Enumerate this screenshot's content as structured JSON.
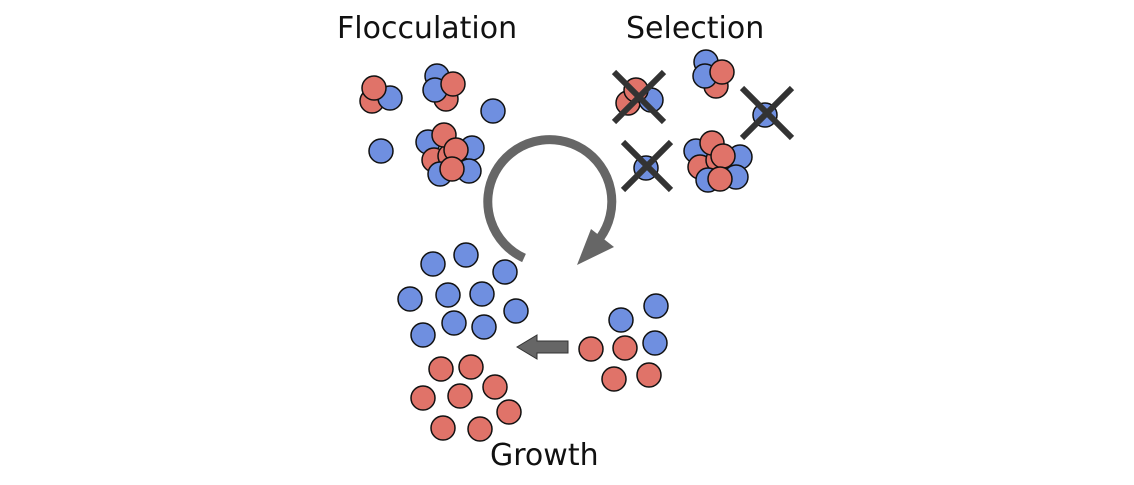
{
  "labels": {
    "flocculation": "Flocculation",
    "selection": "Selection",
    "growth": "Growth"
  },
  "colors": {
    "blue_cell": "#6f8fe0",
    "red_cell": "#e07369",
    "cell_outline": "#111111",
    "arrow": "#666666",
    "cross": "#333333"
  },
  "stages": [
    {
      "name": "Flocculation",
      "description": "Cells aggregate into mixed clusters"
    },
    {
      "name": "Selection",
      "description": "Small clusters and single cells removed (crossed out)"
    },
    {
      "name": "Growth",
      "description": "Surviving cells grow and separate"
    }
  ],
  "cycle_direction": "clockwise"
}
